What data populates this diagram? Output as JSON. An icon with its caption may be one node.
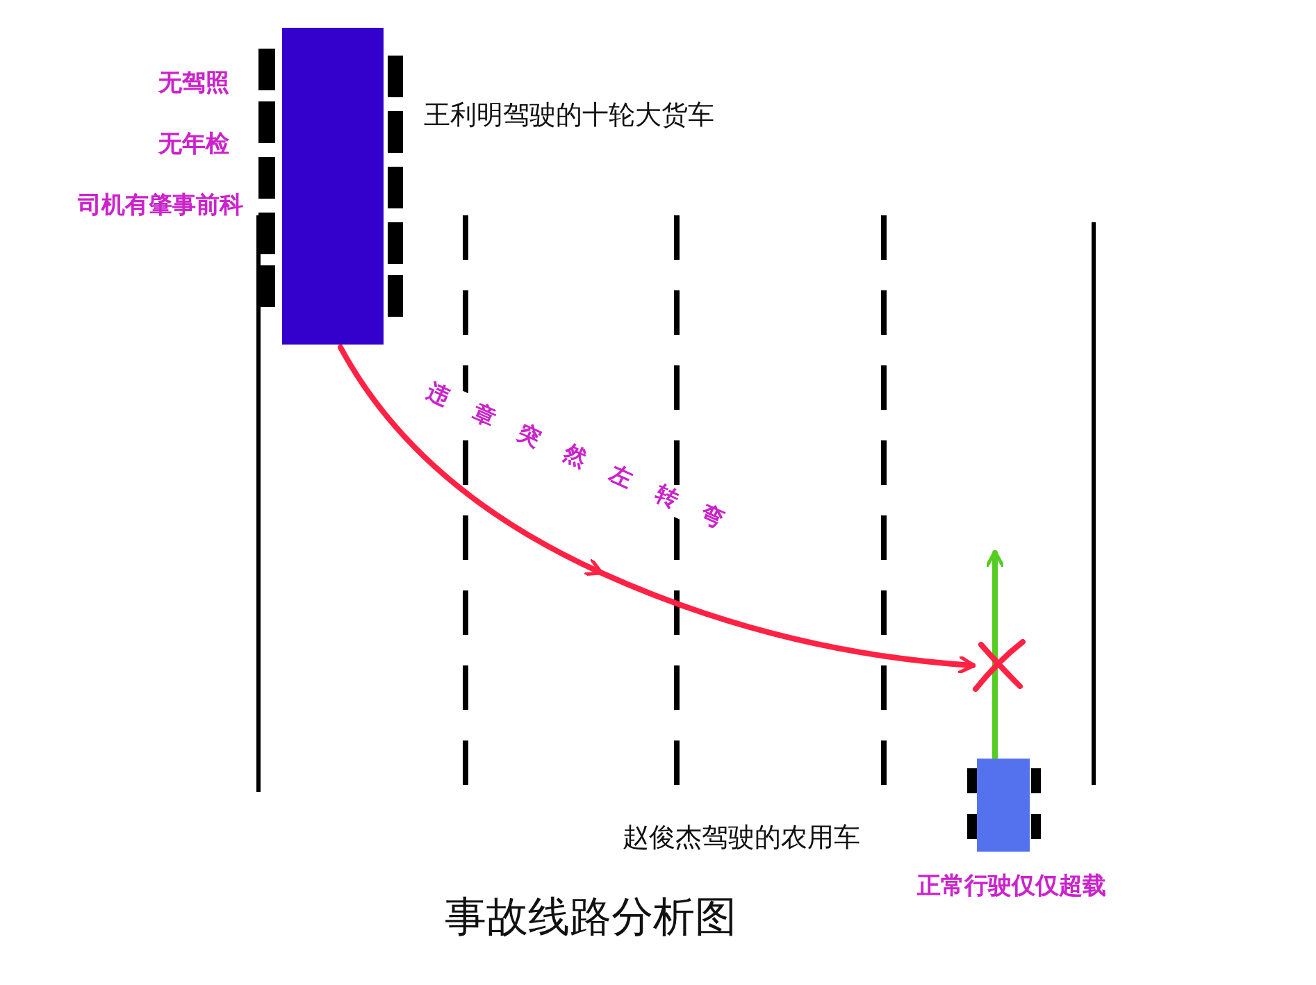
{
  "diagram": {
    "caption": "事故线路分析图",
    "nodes": [
      {
        "text": [],
        "shape": "box",
        "beside": [
          "无驾照",
          "无年检",
          "司机有肇事前科",
          "王利明驾驶的十轮大货车"
        ]
      },
      {
        "text": [],
        "shape": "box",
        "beside": [
          "赵俊杰驾驶的农用车",
          "正常行驶仅仅超载"
        ]
      },
      {
        "text": [],
        "shape": "cross"
      }
    ],
    "edges": [
      {
        "from": 0,
        "to": 2,
        "arrow": "to",
        "label": "违章突然左转弯",
        "color": "#ff2244"
      },
      {
        "from": 1,
        "to": null,
        "arrow": "to",
        "color": "#55cc22"
      }
    ]
  }
}
